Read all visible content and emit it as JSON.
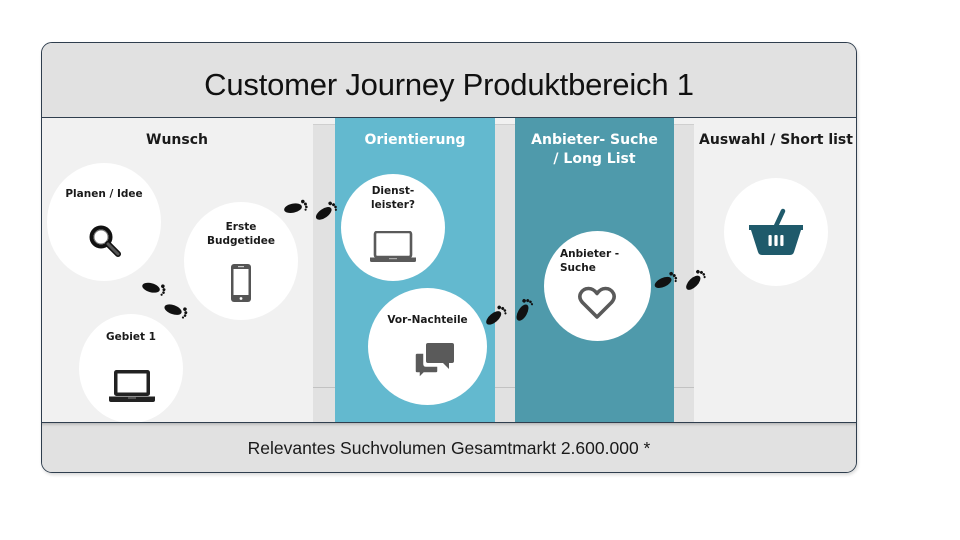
{
  "header": {
    "title": "Customer Journey Produktbereich 1"
  },
  "stages": [
    {
      "title": "Wunsch"
    },
    {
      "title": "Orientierung"
    },
    {
      "title": "Anbieter- Suche / Long List",
      "title_line1": "Anbieter- Suche",
      "title_line2": "/ Long List"
    },
    {
      "title": "Auswahl / Short list"
    }
  ],
  "touchpoints": [
    {
      "label": "Planen / Idee",
      "icon": "search-icon"
    },
    {
      "label": "Erste Budgetidee",
      "label_line1": "Erste",
      "label_line2": "Budgetidee",
      "icon": "smartphone-icon"
    },
    {
      "label": "Gebiet 1",
      "icon": "laptop-icon"
    },
    {
      "label": "Dienst-leister?",
      "label_line1": "Dienst-",
      "label_line2": "leister?",
      "icon": "laptop-icon"
    },
    {
      "label": "Vor-Nachteile",
      "icon": "chat-bubbles-icon"
    },
    {
      "label": "Anbieter - Suche",
      "label_line1": "Anbieter -",
      "label_line2": "Suche",
      "icon": "heart-icon"
    },
    {
      "label": "",
      "icon": "shopping-basket-icon"
    }
  ],
  "colors": {
    "orientierung": "#63b9cf",
    "anbieter_suche": "#4f9aab",
    "basket": "#1f5a6b",
    "icon_gray": "#5a5a5a"
  },
  "footer": {
    "text": "Relevantes Suchvolumen Gesamtmarkt 2.600.000 *"
  }
}
